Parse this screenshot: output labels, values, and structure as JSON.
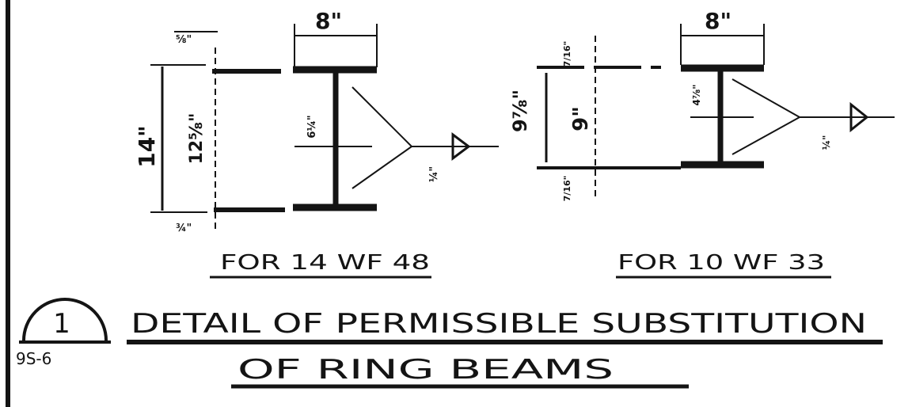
{
  "colors": {
    "ink": "#141414",
    "paper": "#ffffff"
  },
  "left_detail": {
    "caption": "FOR 14 WF 48",
    "top_width": "8\"",
    "overall_depth": "14\"",
    "clear_depth": "12⅝\"",
    "top_offset": "⅝\"",
    "bottom_offset": "¾\"",
    "web_mid": "6¼\"",
    "weld_size": "¼\""
  },
  "right_detail": {
    "caption": "FOR 10 WF 33",
    "top_width": "8\"",
    "overall_depth": "9⅞\"",
    "clear_depth": "9\"",
    "top_offset": "7/16\"",
    "bottom_offset": "7/16\"",
    "web_mid": "4⅞\"",
    "weld_size": "¼\""
  },
  "title": {
    "line1": "DETAIL OF PERMISSIBLE SUBSTITUTION",
    "line2": "OF RING BEAMS",
    "detail_number": "1",
    "sheet_ref": "9S-6"
  }
}
